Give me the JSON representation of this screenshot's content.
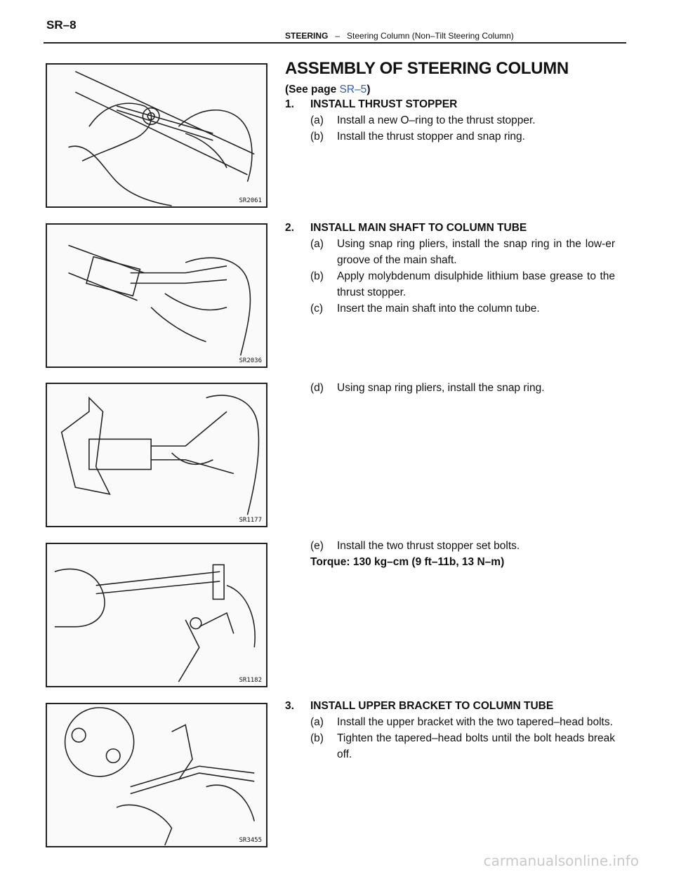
{
  "header": {
    "page_number": "SR–8",
    "section": "STEERING",
    "separator": "–",
    "subtitle": "Steering Column (Non–Tilt Steering Column)"
  },
  "title": "ASSEMBLY OF STEERING COLUMN",
  "see_page": {
    "prefix": "(See page ",
    "link": "SR–5",
    "suffix": ")"
  },
  "figures": [
    {
      "code": "SR2061"
    },
    {
      "code": "SR2036"
    },
    {
      "code": "SR1177"
    },
    {
      "code": "SR1182"
    },
    {
      "code": "SR3455"
    }
  ],
  "step1": {
    "num": "1.",
    "title": "INSTALL THRUST STOPPER",
    "a": {
      "label": "(a)",
      "text": "Install a new O–ring to the thrust stopper."
    },
    "b": {
      "label": "(b)",
      "text": "Install the thrust stopper and snap ring."
    }
  },
  "step2": {
    "num": "2.",
    "title": "INSTALL MAIN SHAFT TO COLUMN TUBE",
    "a": {
      "label": "(a)",
      "text": "Using snap ring pliers, install the snap ring in the low-er groove of the main shaft."
    },
    "b": {
      "label": "(b)",
      "text": "Apply molybdenum disulphide lithium base grease to the thrust stopper."
    },
    "c": {
      "label": "(c)",
      "text": "Insert the main shaft into the column tube."
    },
    "d": {
      "label": "(d)",
      "text": "Using snap ring pliers, install the snap ring."
    },
    "e": {
      "label": "(e)",
      "text": "Install the two thrust stopper set bolts."
    },
    "torque": "Torque: 130 kg–cm (9 ft–11b, 13 N–m)"
  },
  "step3": {
    "num": "3.",
    "title": "INSTALL UPPER BRACKET TO COLUMN TUBE",
    "a": {
      "label": "(a)",
      "text": "Install the upper bracket with the two tapered–head bolts."
    },
    "b": {
      "label": "(b)",
      "text": "Tighten the tapered–head bolts until the bolt heads break off."
    }
  },
  "watermark": "carmanualsonline.info"
}
